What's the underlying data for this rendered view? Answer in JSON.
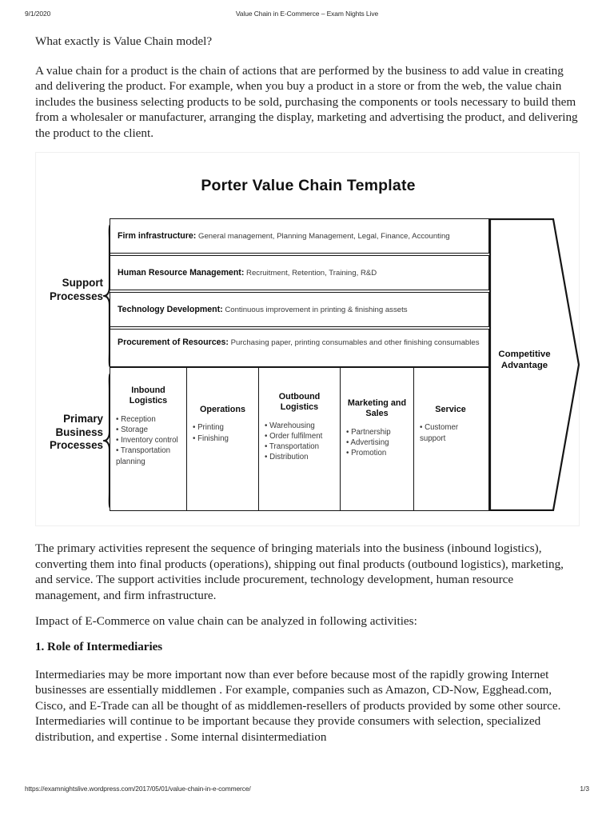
{
  "header": {
    "date": "9/1/2020",
    "title": "Value Chain in E-Commerce – Exam Nights Live"
  },
  "article": {
    "question": "What exactly is Value Chain model?",
    "intro_paragraph": "A value chain for a product is the chain of actions that are performed by the business to add value in creating and delivering the product. For example, when you buy a product in a store or from the web, the value chain includes the business selecting products to be sold, purchasing the components or tools necessary to build them from a wholesaler or manufacturer, arranging the display, marketing and advertising the product, and delivering the product to the client.",
    "after_figure_paragraph": "The primary activities represent the sequence of bringing materials into the business (inbound logistics), converting them into final products (operations), shipping out final products (outbound logistics), marketing, and service. The support activities include procurement, technology development, human resource management, and firm infrastructure.",
    "impact_line": "Impact of E-Commerce on value chain can be analyzed in following activities:",
    "section_heading": "1. Role of Intermediaries",
    "intermediaries_paragraph": "Intermediaries may be more important now than ever before because most of the rapidly growing Internet businesses are essentially middlemen . For example, companies such as Amazon, CD-Now, Egghead.com, Cisco, and E-Trade can all be thought of as middlemen-resellers of products provided by some other source. Intermediaries will continue to be important because they provide consumers with selection, specialized distribution, and expertise . Some internal disintermediation"
  },
  "figure": {
    "title": "Porter Value Chain Template",
    "support_label": "Support\nProcesses",
    "primary_label": "Primary\nBusiness\nProcesses",
    "support_rows": [
      {
        "heading": "Firm infrastructure:",
        "detail": "General management, Planning Management, Legal, Finance, Accounting"
      },
      {
        "heading": "Human Resource Management:",
        "detail": "Recruitment, Retention, Training, R&D"
      },
      {
        "heading": "Technology Development:",
        "detail": "Continuous improvement in printing & finishing assets"
      },
      {
        "heading": "Procurement of Resources:",
        "detail": "Purchasing paper, printing consumables and other finishing consumables"
      }
    ],
    "primary_columns": [
      {
        "title": "Inbound\nLogistics",
        "items": [
          "• Reception",
          "• Storage",
          "• Inventory control",
          "• Transportation planning"
        ]
      },
      {
        "title": "Operations",
        "items": [
          "• Printing",
          "• Finishing"
        ]
      },
      {
        "title": "Outbound\nLogistics",
        "items": [
          "• Warehousing",
          "• Order fulfilment",
          "• Transportation",
          "• Distribution"
        ]
      },
      {
        "title": "Marketing and\nSales",
        "items": [
          "• Partnership",
          "• Advertising",
          "• Promotion"
        ]
      },
      {
        "title": "Service",
        "items": [
          "• Customer support"
        ]
      }
    ],
    "competitive_advantage": "Competitive\nAdvantage",
    "colors": {
      "stroke": "#151515",
      "heading_text": "#0d0d0d",
      "detail_text": "#3a3a3a"
    }
  },
  "footer": {
    "url": "https://examnightslive.wordpress.com/2017/05/01/value-chain-in-e-commerce/",
    "page": "1/3"
  }
}
